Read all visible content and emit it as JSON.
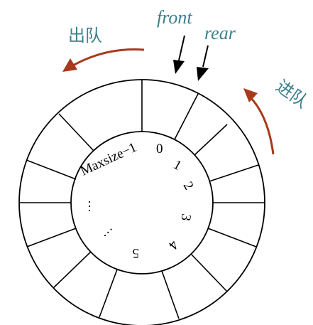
{
  "queue_diagram": {
    "labels": {
      "dequeue": "出队",
      "enqueue": "进队",
      "front": "front",
      "rear": "rear",
      "maxsize": "Maxsize−1",
      "slot_0": "0",
      "slot_1": "1",
      "slot_2": "2",
      "slot_3": "3",
      "slot_4": "4",
      "slot_5": "5",
      "ellipsis_1": "…",
      "ellipsis_2": "…"
    },
    "colors": {
      "teal_text": "#3b7f8c",
      "arrow_red": "#a8391c",
      "line": "#000000"
    }
  }
}
